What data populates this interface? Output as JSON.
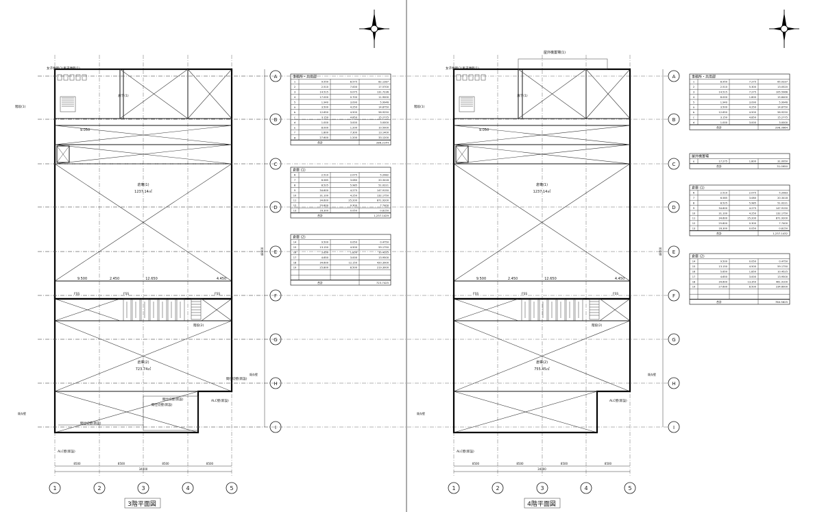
{
  "plans": [
    {
      "title": "3階平面図",
      "grid_cols": [
        "1",
        "2",
        "3",
        "4",
        "5"
      ],
      "grid_rows": [
        "A",
        "B",
        "C",
        "D",
        "E",
        "F",
        "G",
        "H",
        "I"
      ],
      "labels": {
        "toilet": "女子便所(1)男子便所(1)",
        "stair1": "階段(1)",
        "stair2": "階段(2)",
        "corridor": "廊下(1)",
        "warehouse1_name": "倉庫(1)",
        "warehouse1_area": "1237.14㎡",
        "warehouse2_name": "倉庫(2)",
        "warehouse2_area": "723.74㎡",
        "fss1": "FSS",
        "fss2": "FSS",
        "fss3": "FSS",
        "alc1": "ALC壁(新設)",
        "alc2": "ALC壁(新設)",
        "partition1": "間仕切壁(新設)",
        "partition2": "間仕切壁(新設)",
        "partition3": "間仕切壁(新設)",
        "partition4": "間仕切壁(新設)",
        "dim_total": "34000",
        "dim_bays": [
          "8500",
          "8500",
          "8500",
          "8500"
        ],
        "dim_9050": "9.050",
        "dim_9500": "9.500",
        "dim_12650": "12.650",
        "dim_4450": "4.450",
        "dim_2450": "2.450",
        "dim_height": "48000",
        "legend": "既存壁"
      },
      "tables": [
        {
          "title": "事務所・共用部",
          "rows": [
            [
              "1",
              "9.550",
              "8.575",
              "82.1287"
            ],
            [
              "2",
              "2.510",
              "7.000",
              "17.5700"
            ],
            [
              "3",
              "14.515",
              "9.075",
              "131.7236"
            ],
            [
              "4",
              "17.000",
              "0.700",
              "11.9000"
            ],
            [
              "5",
              "1.940",
              "3.090",
              "5.9946"
            ],
            [
              "a",
              "3.500",
              "4.250",
              "14.8750"
            ],
            [
              "b",
              "12.650",
              "4.500",
              "56.9250"
            ],
            [
              "c",
              "3.150",
              "4.850",
              "15.2775"
            ],
            [
              "d",
              "1.000",
              "3.000",
              "3.0000"
            ],
            [
              "e",
              "8.000",
              "1.200",
              "10.5000"
            ],
            [
              "f",
              "1.800",
              "7.300",
              "13.1400"
            ],
            [
              "g",
              "27.600",
              "1.200",
              "33.1200"
            ]
          ],
          "total_label": "合計",
          "total": "286.2144"
        },
        {
          "title": "倉庫 (1)",
          "rows": [
            [
              "6",
              "2.510",
              "2.075",
              "5.2082"
            ],
            [
              "7",
              "6.585",
              "3.080",
              "20.3418"
            ],
            [
              "8",
              "8.525",
              "5.985",
              "51.0221"
            ],
            [
              "9",
              "34.600",
              "4.275",
              "147.9150"
            ],
            [
              "10",
              "31.100",
              "4.250",
              "132.1750"
            ],
            [
              "11",
              "34.600",
              "25.200",
              "871.9200"
            ],
            [
              "12",
              "25.800",
              "0.300",
              "7.7400"
            ],
            [
              "13",
              "16.300",
              "0.050",
              "0.8150"
            ]
          ],
          "total_label": "合計",
          "total": "1,237.1429"
        },
        {
          "title": "倉庫 (2)",
          "rows": [
            [
              "14",
              "9.500",
              "0.050",
              "0.4750"
            ],
            [
              "15",
              "13.150",
              "4.500",
              "59.1750"
            ],
            [
              "16",
              "5.650",
              "1.850",
              "10.4525"
            ],
            [
              "17",
              "4.650",
              "3.000",
              "13.9500"
            ],
            [
              "18",
              "34.600",
              "12.150",
              "420.3900"
            ],
            [
              "19",
              "25.800",
              "8.500",
              "219.3000"
            ],
            [
              "",
              "",
              "",
              ""
            ],
            [
              "",
              "",
              "",
              ""
            ]
          ],
          "total_label": "合計",
          "total": "723.7425"
        }
      ]
    },
    {
      "title": "4階平面図",
      "grid_cols": [
        "1",
        "2",
        "3",
        "4",
        "5"
      ],
      "grid_rows": [
        "A",
        "B",
        "C",
        "D",
        "E",
        "F",
        "G",
        "H",
        "I"
      ],
      "labels": {
        "toilet": "女子便所(1)男子便所(1)",
        "stair1": "階段(1)",
        "stair2": "階段(2)",
        "corridor": "廊下(1)",
        "warehouse1_name": "倉庫(1)",
        "warehouse1_area": "1237.14㎡",
        "warehouse2_name": "倉庫(2)",
        "warehouse2_area": "755.45㎡",
        "fss1": "FSS",
        "fss2": "FSS",
        "fss3": "FSS",
        "alc1": "ALC壁(新設)",
        "alc2": "ALC壁(新設)",
        "partition1": "",
        "partition2": "",
        "partition3": "",
        "partition4": "",
        "outdoor": "屋外機置場(1)",
        "dim_total": "34000",
        "dim_bays": [
          "8500",
          "8500",
          "8500",
          "8500"
        ],
        "dim_9050": "9.050",
        "dim_9500": "9.500",
        "dim_12650": "12.650",
        "dim_4450": "4.450",
        "dim_2450": "2.450",
        "dim_height": "48000",
        "legend": "既存壁"
      },
      "tables": [
        {
          "title": "事務所・共用部",
          "rows": [
            [
              "1",
              "8.950",
              "7.275",
              "65.0337"
            ],
            [
              "2",
              "2.510",
              "5.300",
              "13.0520"
            ],
            [
              "3",
              "14.515",
              "7.275",
              "105.5966"
            ],
            [
              "4",
              "8.000",
              "1.800",
              "15.8400"
            ],
            [
              "5",
              "1.940",
              "3.090",
              "5.9946"
            ],
            [
              "a",
              "3.500",
              "4.250",
              "14.8750"
            ],
            [
              "b",
              "12.650",
              "4.500",
              "56.9250"
            ],
            [
              "c",
              "3.150",
              "4.850",
              "15.2775"
            ],
            [
              "d",
              "1.000",
              "3.000",
              "3.0000"
            ]
          ],
          "total_label": "合計",
          "total": "296.3964"
        },
        {
          "title": "屋外機置場",
          "rows": [
            [
              "e",
              "17.275",
              "1.800",
              "31.0950"
            ]
          ],
          "total_label": "合計",
          "total": "31.0950"
        },
        {
          "title": "倉庫 (1)",
          "rows": [
            [
              "6",
              "2.510",
              "2.075",
              "5.2083"
            ],
            [
              "7",
              "6.585",
              "3.080",
              "20.3418"
            ],
            [
              "8",
              "8.525",
              "5.985",
              "51.0221"
            ],
            [
              "9",
              "34.600",
              "4.275",
              "147.9150"
            ],
            [
              "10",
              "31.100",
              "4.250",
              "132.1750"
            ],
            [
              "11",
              "34.600",
              "25.200",
              "871.9200"
            ],
            [
              "12",
              "25.800",
              "0.300",
              "7.7400"
            ],
            [
              "13",
              "16.300",
              "0.050",
              "0.8150"
            ]
          ],
          "total_label": "合計",
          "total": "1,237.1432"
        },
        {
          "title": "倉庫 (2)",
          "rows": [
            [
              "14",
              "9.500",
              "0.050",
              "0.4750"
            ],
            [
              "15",
              "13.150",
              "4.500",
              "59.1750"
            ],
            [
              "16",
              "5.650",
              "1.850",
              "10.4525"
            ],
            [
              "17",
              "4.650",
              "3.000",
              "13.9500"
            ],
            [
              "18",
              "34.600",
              "13.350",
              "461.9100"
            ],
            [
              "19",
              "27.600",
              "8.500",
              "234.6000"
            ],
            [
              "",
              "",
              "",
              ""
            ],
            [
              "",
              "",
              "",
              ""
            ]
          ],
          "total_label": "合計",
          "total": "780.5625"
        }
      ]
    }
  ]
}
